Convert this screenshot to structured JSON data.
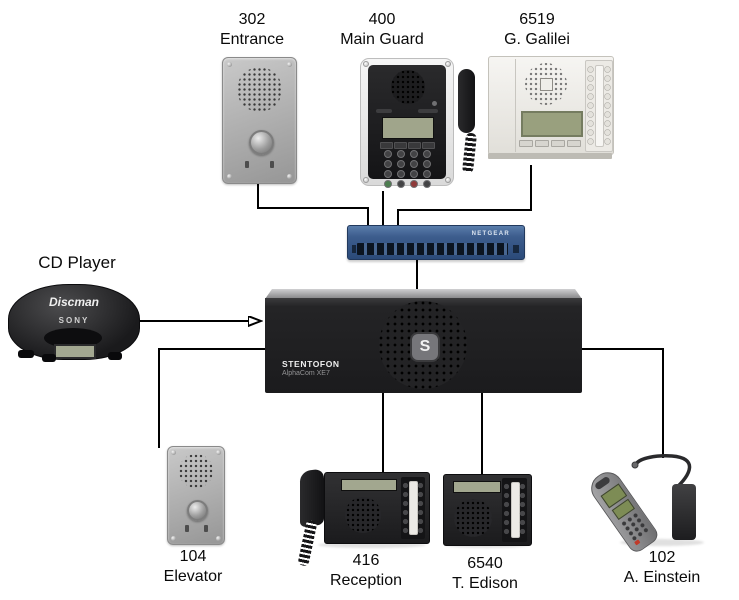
{
  "stations": [
    {
      "number": "302",
      "name": "Entrance",
      "device": "steel intercom panel"
    },
    {
      "number": "400",
      "name": "Main Guard",
      "device": "wall master station"
    },
    {
      "number": "6519",
      "name": "G. Galilei",
      "device": "desk station with handset"
    },
    {
      "number": "104",
      "name": "Elevator",
      "device": "steel intercom panel"
    },
    {
      "number": "416",
      "name": "Reception",
      "device": "desk phone with handset"
    },
    {
      "number": "6540",
      "name": "T. Edison",
      "device": "desk station"
    },
    {
      "number": "102",
      "name": "A. Einstein",
      "device": "handset terminal with gooseneck mic"
    }
  ],
  "central_unit": {
    "brand": "STENTOFON",
    "model": "AlphaCom XE7",
    "logo_letter": "S"
  },
  "network_switch": {
    "brand": "NETGEAR",
    "ports": 16
  },
  "cd_player": {
    "title": "CD Player",
    "logo": "Discman",
    "brand": "SONY"
  },
  "connections": [
    {
      "from": "302 Entrance",
      "to": "network switch"
    },
    {
      "from": "400 Main Guard",
      "to": "network switch"
    },
    {
      "from": "6519 G. Galilei",
      "to": "network switch"
    },
    {
      "from": "network switch",
      "to": "AlphaCom XE7"
    },
    {
      "from": "CD Player",
      "to": "AlphaCom XE7",
      "style": "arrow"
    },
    {
      "from": "AlphaCom XE7",
      "to": "104 Elevator"
    },
    {
      "from": "AlphaCom XE7",
      "to": "416 Reception"
    },
    {
      "from": "AlphaCom XE7",
      "to": "6540 T. Edison"
    },
    {
      "from": "AlphaCom XE7",
      "to": "102 A. Einstein"
    }
  ],
  "colors": {
    "background": "#ffffff",
    "line": "#000000",
    "switch_blue": "#33517e",
    "unit_black": "#1d1d1f",
    "steel_gray": "#adadad",
    "lcd_green": "#a0a58b"
  }
}
